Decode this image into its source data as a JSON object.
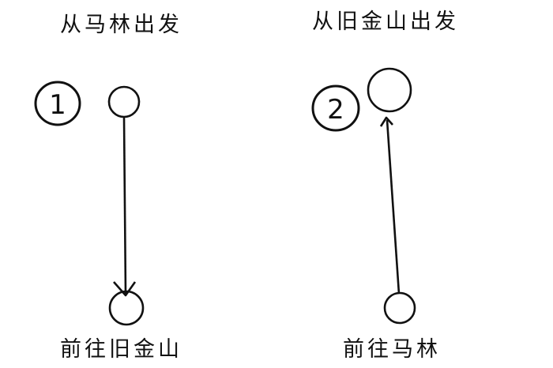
{
  "routes": [
    {
      "number": "1",
      "title": "从马林出发",
      "destination": "前往旧金山"
    },
    {
      "number": "2",
      "title": "从旧金山出发",
      "destination": "前往马林"
    }
  ],
  "colors": {
    "ink": "#111111",
    "background": "#ffffff"
  }
}
